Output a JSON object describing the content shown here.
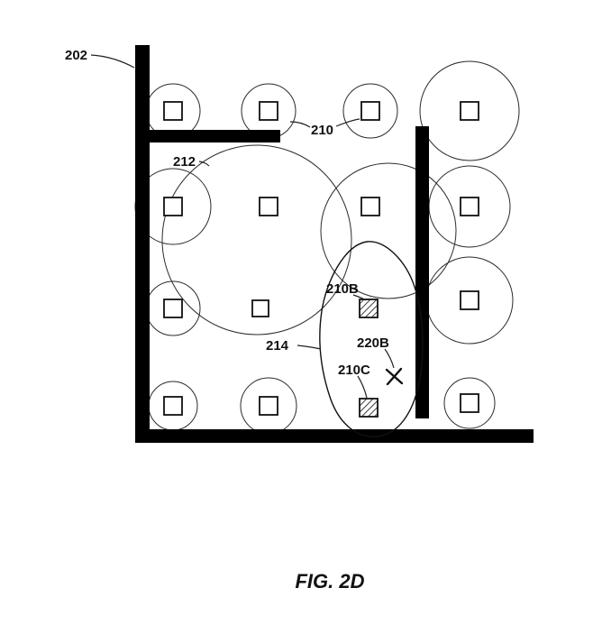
{
  "figure": {
    "caption": "FIG. 2D"
  },
  "labels": {
    "wall": "202",
    "device": "210",
    "coverage": "212",
    "zone": "214",
    "device_b": "210B",
    "event_b": "220B",
    "device_c": "210C"
  },
  "colors": {
    "line": "#111111",
    "background": "#ffffff"
  }
}
